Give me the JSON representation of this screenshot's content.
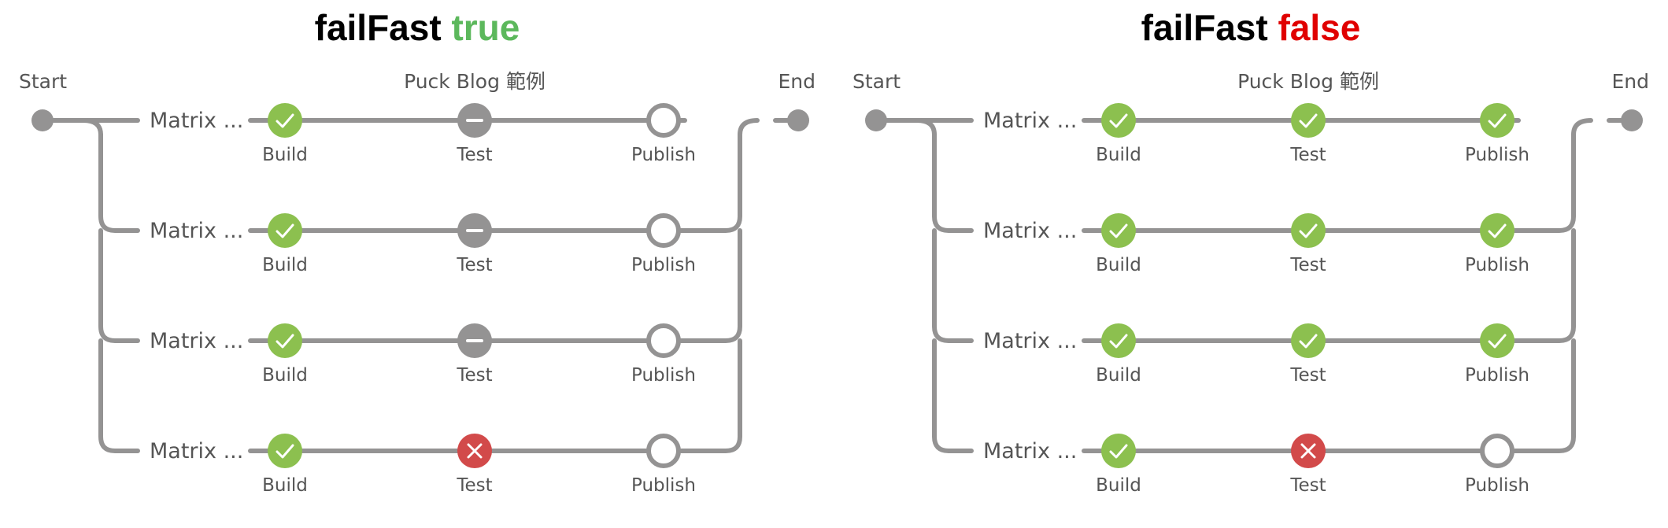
{
  "panels": [
    {
      "title_prefix": "failFast",
      "title_value": "true",
      "title_value_color": "#5cb85c",
      "start_label": "Start",
      "end_label": "End",
      "group_label": "Puck Blog 範例",
      "stage_names": [
        "Build",
        "Test",
        "Publish"
      ],
      "rows": [
        {
          "label": "Matrix ...",
          "statuses": [
            "success",
            "aborted",
            "not-built"
          ]
        },
        {
          "label": "Matrix ...",
          "statuses": [
            "success",
            "aborted",
            "not-built"
          ]
        },
        {
          "label": "Matrix ...",
          "statuses": [
            "success",
            "aborted",
            "not-built"
          ]
        },
        {
          "label": "Matrix ...",
          "statuses": [
            "success",
            "failure",
            "not-built"
          ]
        }
      ]
    },
    {
      "title_prefix": "failFast",
      "title_value": "false",
      "title_value_color": "#e00000",
      "start_label": "Start",
      "end_label": "End",
      "group_label": "Puck Blog 範例",
      "stage_names": [
        "Build",
        "Test",
        "Publish"
      ],
      "rows": [
        {
          "label": "Matrix ...",
          "statuses": [
            "success",
            "success",
            "success"
          ]
        },
        {
          "label": "Matrix ...",
          "statuses": [
            "success",
            "success",
            "success"
          ]
        },
        {
          "label": "Matrix ...",
          "statuses": [
            "success",
            "success",
            "success"
          ]
        },
        {
          "label": "Matrix ...",
          "statuses": [
            "success",
            "failure",
            "not-built"
          ]
        }
      ]
    }
  ],
  "status_colors": {
    "success": "#8cc04f",
    "aborted": "#949393",
    "failure": "#d24a4a",
    "not-built": "#ffffff",
    "line": "#949393"
  },
  "status_icons": {
    "success": "check-icon",
    "aborted": "minus-icon",
    "failure": "cross-icon",
    "not-built": "empty-circle-icon"
  }
}
